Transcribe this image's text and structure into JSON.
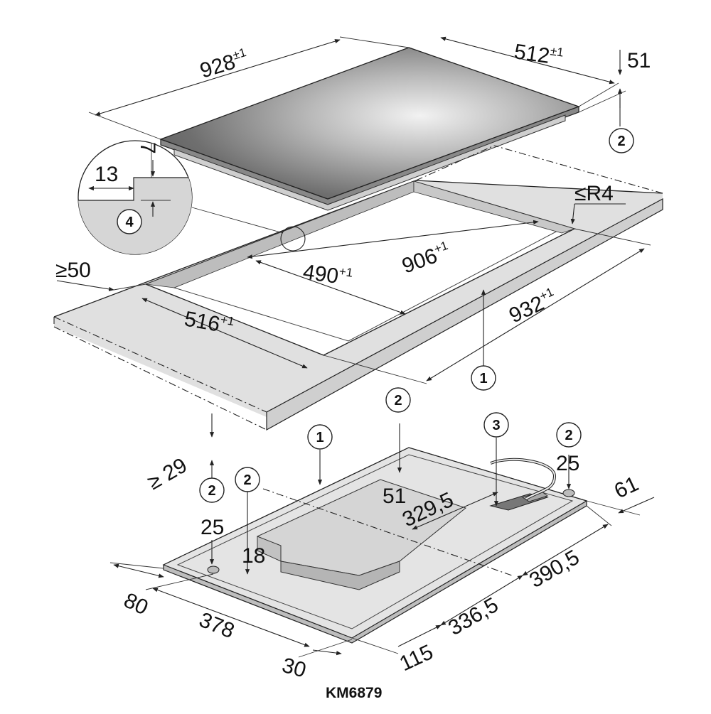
{
  "model": "KM6879",
  "hob_top": {
    "width": "928",
    "width_tol": "±1",
    "depth": "512",
    "depth_tol": "±1",
    "height": "51"
  },
  "cutout": {
    "min_front_distance": "≥50",
    "corner_radius": "≤R4",
    "outer_width": "932",
    "outer_width_tol": "+1",
    "outer_depth": "516",
    "outer_depth_tol": "+1",
    "inner_width": "906",
    "inner_width_tol": "+1",
    "inner_depth": "490",
    "inner_depth_tol": "+1",
    "min_worktop_thickness": "≥ 29"
  },
  "detail": {
    "rebate_width": "13",
    "rebate_depth": "7"
  },
  "underside": {
    "front_left_height": "25",
    "front_left_offset": "18",
    "rear_height": "51",
    "right_height": "25",
    "right_offset": "61",
    "cable_offset": "329,5",
    "front_edge_1": "80",
    "front_edge_2": "378",
    "front_edge_3": "30",
    "side_1": "115",
    "side_2": "336,5",
    "side_3": "390,5"
  },
  "callouts": [
    "1",
    "2",
    "3",
    "4"
  ]
}
